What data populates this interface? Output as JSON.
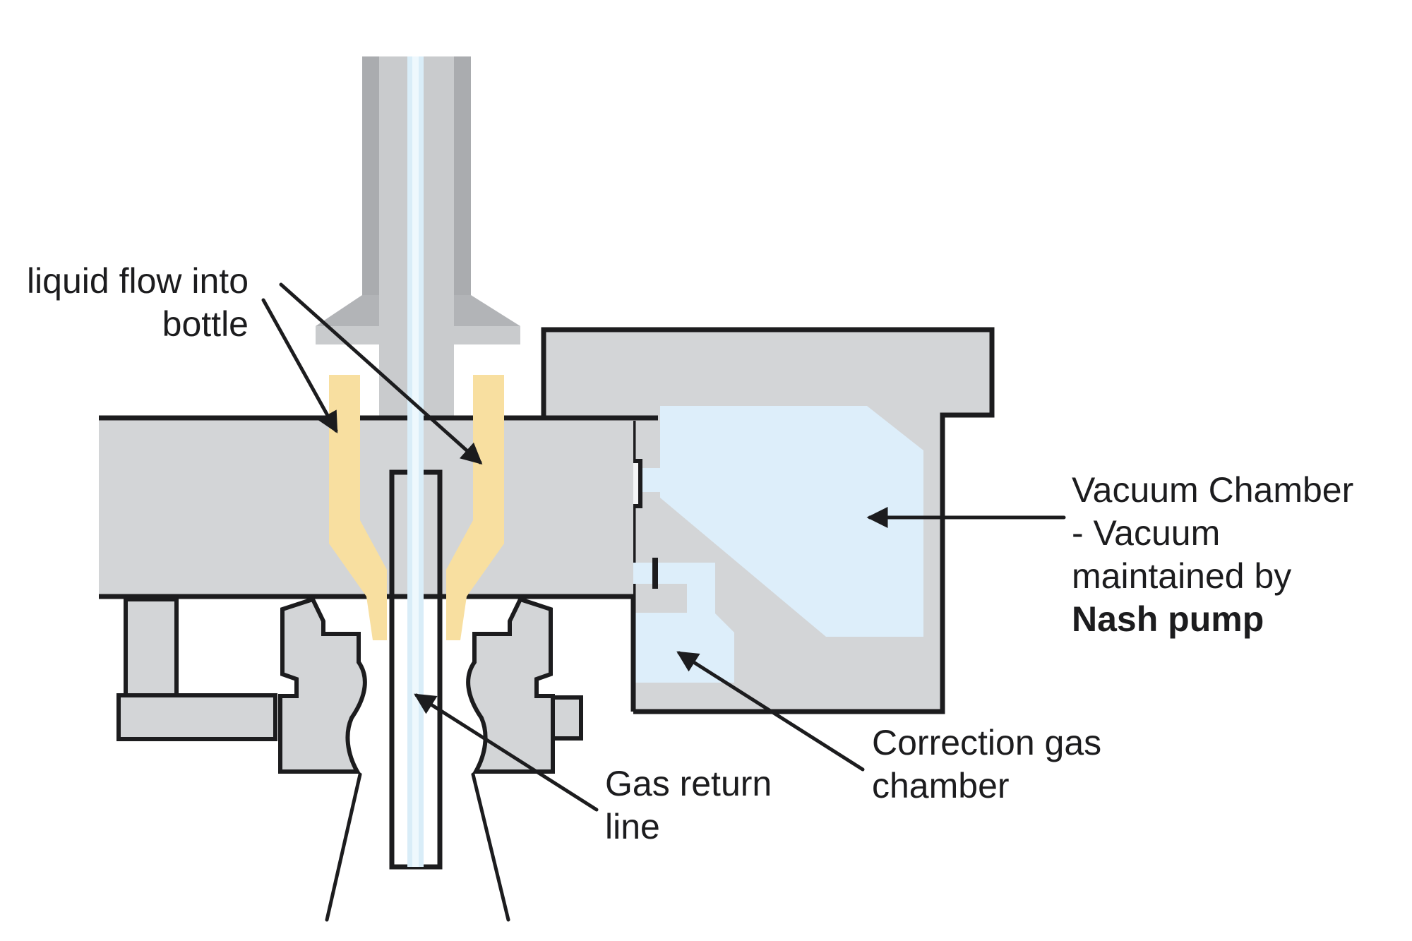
{
  "diagram": {
    "description": "Bottle filling valve cross-section with vacuum chamber",
    "labels": {
      "liquid_flow": {
        "line1": "liquid flow into",
        "line2": "bottle"
      },
      "vacuum_chamber": {
        "line1": "Vacuum Chamber",
        "line2": "- Vacuum",
        "line3": "maintained by",
        "line4": "Nash pump"
      },
      "correction_gas": {
        "line1": "Correction gas",
        "line2": "chamber"
      },
      "gas_return": {
        "line1": "Gas return",
        "line2": "line"
      }
    },
    "colors": {
      "body_gray": "#d3d5d7",
      "tube_gray": "#c9cbcd",
      "tube_dark_gray": "#aaacaf",
      "flare_gray": "#b2b4b7",
      "inner_tube_gray": "#97999d",
      "liquid_yellow": "#f8dfa0",
      "vacuum_blue": "#ddeefa",
      "stripe_blue": "#d9edf8",
      "stripe_highlight": "#eef8fd",
      "outline_black": "#1c1c1e"
    }
  }
}
